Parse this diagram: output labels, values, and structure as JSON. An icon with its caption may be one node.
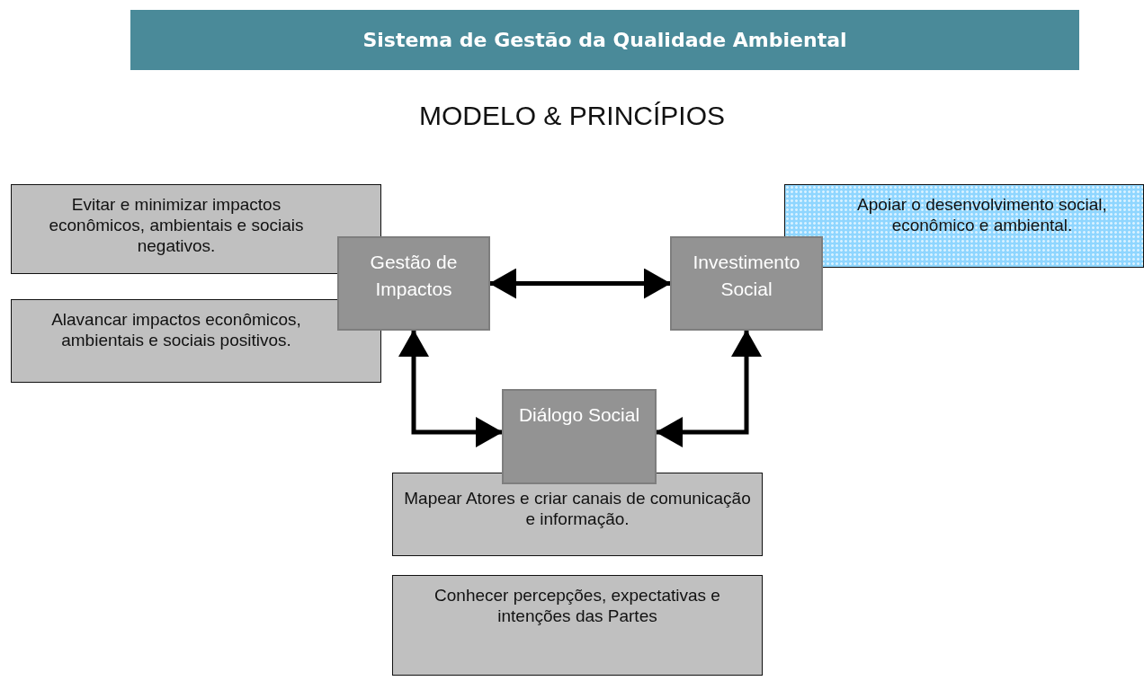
{
  "diagram": {
    "title": "Sistema de Gestão da Qualidade Ambiental",
    "nodes": [
      {
        "text": [
          "Evitar e minimizar impactos econômicos, ambientais e sociais negativos."
        ]
      },
      {
        "text": [
          "Alavancar impactos econômicos, ambientais e sociais positivos."
        ]
      },
      {
        "text": [
          "Gestão de Impactos"
        ]
      },
      {
        "text": [
          "Apoiar o desenvolvimento social, econômico e ambiental."
        ]
      },
      {
        "text": [
          "Investimento Social"
        ]
      },
      {
        "text": [
          "Diálogo Social"
        ]
      },
      {
        "text": [
          "Mapear Atores e criar canais de comunicação e informação."
        ]
      },
      {
        "text": [
          "Conhecer percepções, expectativas e intenções das Partes"
        ]
      }
    ],
    "edges": [
      {
        "from": 2,
        "to": 4,
        "arrow": "both"
      },
      {
        "from": 2,
        "to": 5,
        "arrow": "both"
      },
      {
        "from": 4,
        "to": 5,
        "arrow": "both"
      }
    ],
    "labels": [
      "MODELO & PRINCÍPIOS"
    ]
  }
}
